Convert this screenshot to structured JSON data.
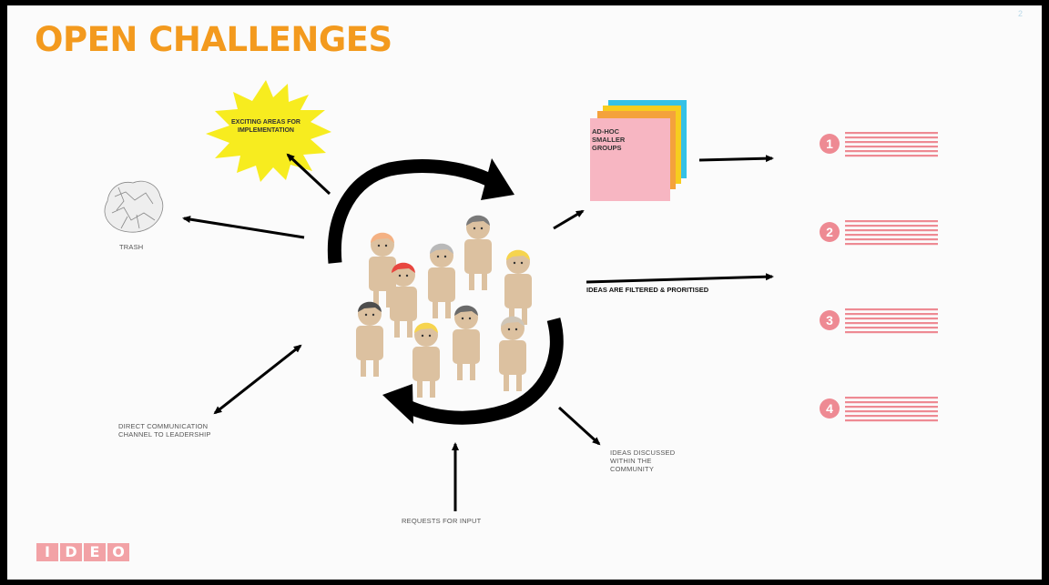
{
  "slide": {
    "title": "OPEN CHALLENGES",
    "page_number": "2",
    "logo_text": "IDEO"
  },
  "labels": {
    "exciting": "EXCITING AREAS FOR\nIMPLEMENTATION",
    "trash": "TRASH",
    "sticky": "AD-HOC\nSMALLER\nGROUPS",
    "filtered": "IDEAS ARE FILTERED & PRORITISED",
    "direct": "DIRECT COMMUNICATION\nCHANNEL TO LEADERSHIP",
    "discussed": "IDEAS DISCUSSED\nWITHIN THE\nCOMMUNITY",
    "requests": "REQUESTS FOR INPUT"
  },
  "priorities": [
    "1",
    "2",
    "3",
    "4"
  ],
  "colors": {
    "title": "#f39a1e",
    "burst": "#f7ec1f",
    "sticky_pink": "#f7b6c2",
    "sticky_orange": "#f4a23c",
    "sticky_yellow": "#f7cd1f",
    "sticky_cyan": "#35c1e6",
    "priority": "#ee8a93",
    "skin": "#dcc1a0"
  },
  "icons": {
    "trash": "crumpled-paper-icon",
    "community": "people-crowd-icon",
    "cycle": "circular-arrows-icon",
    "burst": "starburst-icon"
  }
}
